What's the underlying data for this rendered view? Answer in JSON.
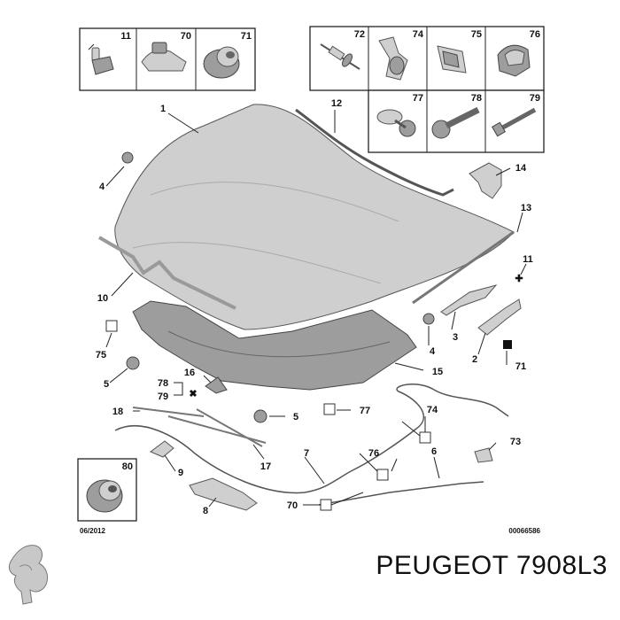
{
  "callouts": {
    "c1": "1",
    "c2": "2",
    "c3": "3",
    "c4a": "4",
    "c4b": "4",
    "c5a": "5",
    "c5b": "5",
    "c6": "6",
    "c7": "7",
    "c8": "8",
    "c9": "9",
    "c10": "10",
    "c11": "11",
    "c12": "12",
    "c13": "13",
    "c14": "14",
    "c15": "15",
    "c16": "16",
    "c17": "17",
    "c18": "18",
    "c70": "70",
    "c71": "71",
    "c73": "73",
    "c74": "74",
    "c75": "75",
    "c76": "76",
    "c77": "77",
    "c78": "78",
    "c79": "79"
  },
  "fastener_boxes": {
    "left_row": [
      "11",
      "70",
      "71"
    ],
    "right_top_row": [
      "72",
      "74",
      "75",
      "76"
    ],
    "right_bottom_row": [
      "77",
      "78",
      "79"
    ],
    "single": "80"
  },
  "date_code": "06/2012",
  "diagram_ref": "00066586",
  "brand_line": "PEUGEOT 7908L3",
  "colors": {
    "part_fill": "#cfcfcf",
    "part_dark": "#9d9d9d",
    "line": "#222222"
  }
}
